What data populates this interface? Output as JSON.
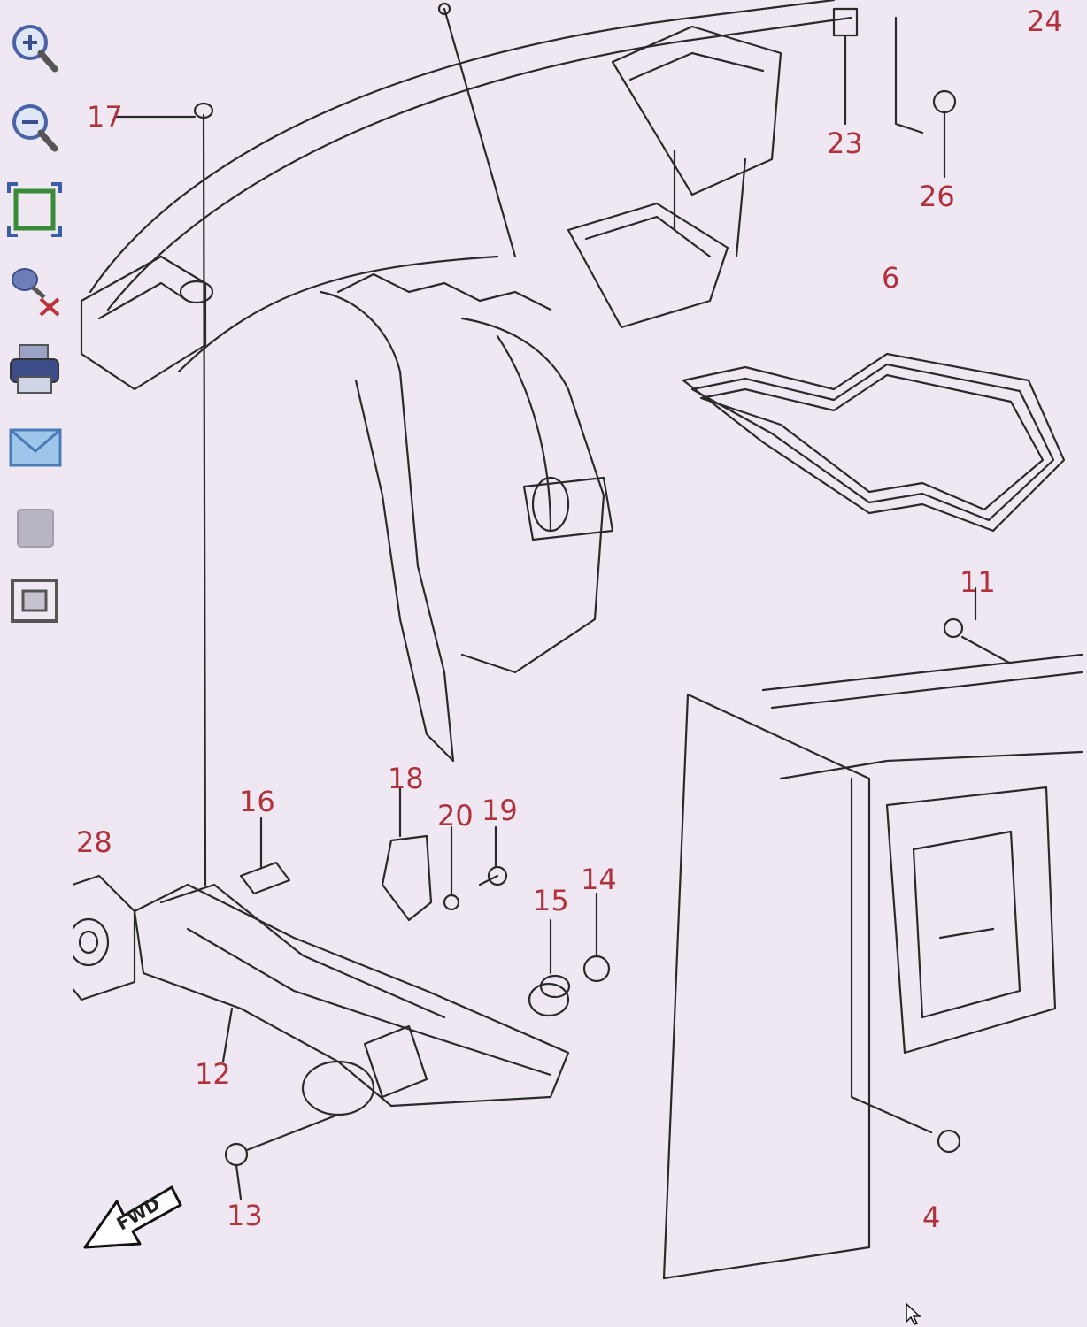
{
  "toolbar": {
    "tools": [
      {
        "name": "zoom-in-icon"
      },
      {
        "name": "zoom-out-icon"
      },
      {
        "name": "fit-page-icon"
      },
      {
        "name": "remove-marker-icon"
      },
      {
        "name": "print-icon"
      },
      {
        "name": "email-icon"
      },
      {
        "name": "disabled-tool-icon"
      },
      {
        "name": "frame-tool-icon"
      }
    ]
  },
  "diagram": {
    "callouts": [
      "24",
      "17",
      "23",
      "26",
      "6",
      "11",
      "18",
      "16",
      "20",
      "19",
      "28",
      "14",
      "15",
      "12",
      "13",
      "4"
    ],
    "fwd_label": "FWD"
  },
  "colors": {
    "callout": "#b0323c",
    "line": "#2a2a2a",
    "background": "#efe8f2"
  }
}
